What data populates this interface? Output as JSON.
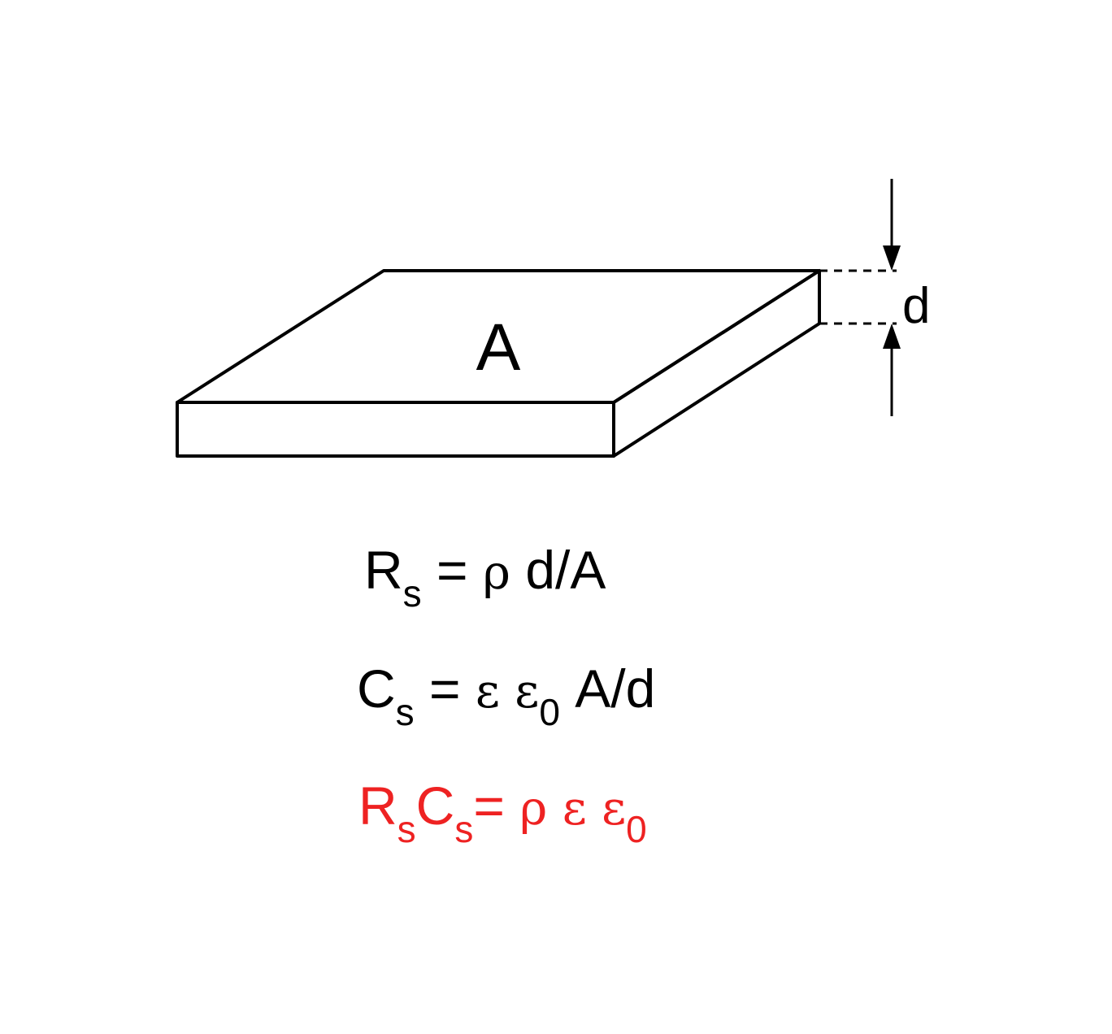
{
  "diagram": {
    "area_label": "A",
    "thickness_label": "d"
  },
  "equations": {
    "resistance": {
      "lhs": "R",
      "lhs_sub": "s",
      "eq": " = ",
      "rho": "ρ",
      "rest": " d/A"
    },
    "capacitance": {
      "lhs": "C",
      "lhs_sub": "s",
      "eq": " = ",
      "eps": "ε",
      "eps0": "ε",
      "eps0_sub": "0",
      "rest": " A/d"
    },
    "product": {
      "r": "R",
      "r_sub": "s",
      "c": "C",
      "c_sub": "s",
      "eq": "= ",
      "rho": "ρ",
      "eps": "ε",
      "eps0": "ε",
      "eps0_sub": "0",
      "color": "#ee2222"
    }
  },
  "colors": {
    "stroke": "#000000",
    "text": "#000000",
    "highlight": "#ee2222"
  }
}
